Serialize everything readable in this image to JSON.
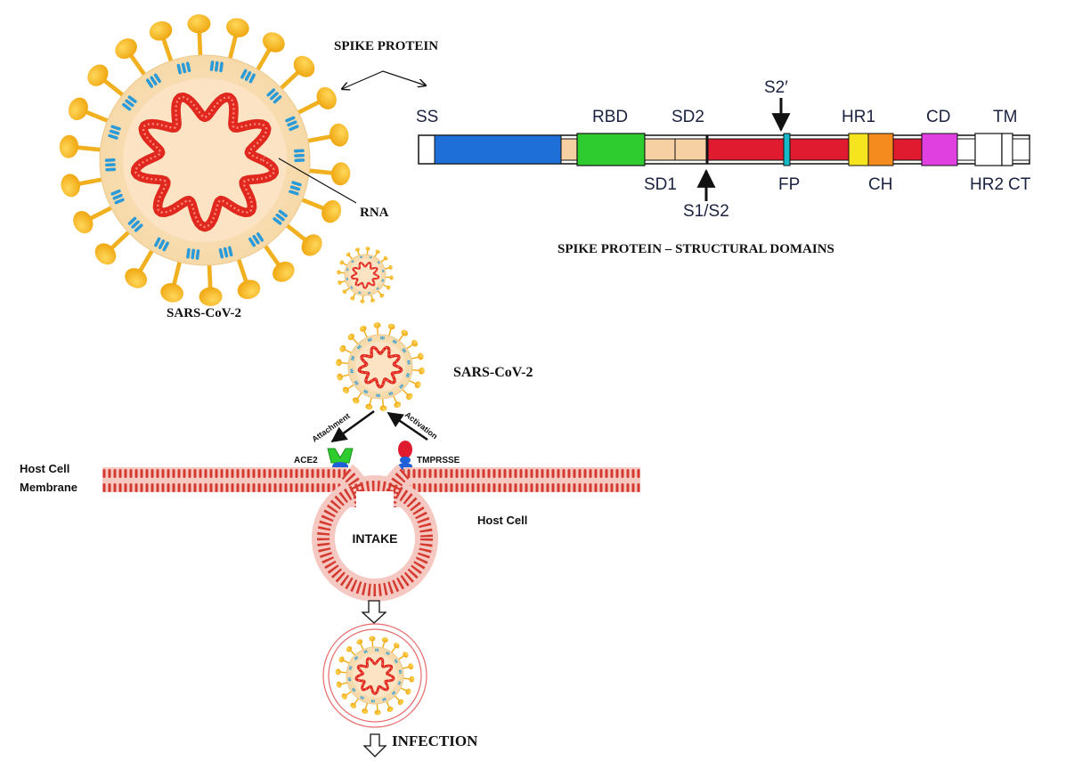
{
  "virus_label_main": "SARS-CoV-2",
  "virus_label_small": "SARS-CoV-2",
  "spike_protein_label": "SPIKE PROTEIN",
  "rna_label": "RNA",
  "domains_caption": "SPIKE PROTEIN – STRUCTURAL  DOMAINS",
  "domain_labels_top": {
    "ss": "SS",
    "rbd": "RBD",
    "sd2": "SD2",
    "s2prime": "S2′",
    "hr1": "HR1",
    "cd": "CD",
    "tm": "TM"
  },
  "domain_labels_bottom": {
    "sd1": "SD1",
    "s1s2": "S1/S2",
    "fp": "FP",
    "ch": "CH",
    "hr2": "HR2",
    "ct": "CT"
  },
  "domain_colors": {
    "ss": "#ffffff",
    "ntd": "#1f6fd8",
    "linker": "#f6cfa2",
    "rbd": "#2ecc2e",
    "s2": "#e01b2f",
    "fp": "#17b8c8",
    "hr1": "#f5e41e",
    "ch": "#f58a1e",
    "cd": "#e040e0"
  },
  "cell": {
    "host_cell_membrane": [
      "Host Cell",
      "Membrane"
    ],
    "host_cell": "Host Cell",
    "intake": "INTAKE",
    "ace2": "ACE2",
    "tmprsse": "TMPRSSE",
    "attachment": "Attachment",
    "activation": "Activation"
  },
  "infection_label": "INFECTION"
}
